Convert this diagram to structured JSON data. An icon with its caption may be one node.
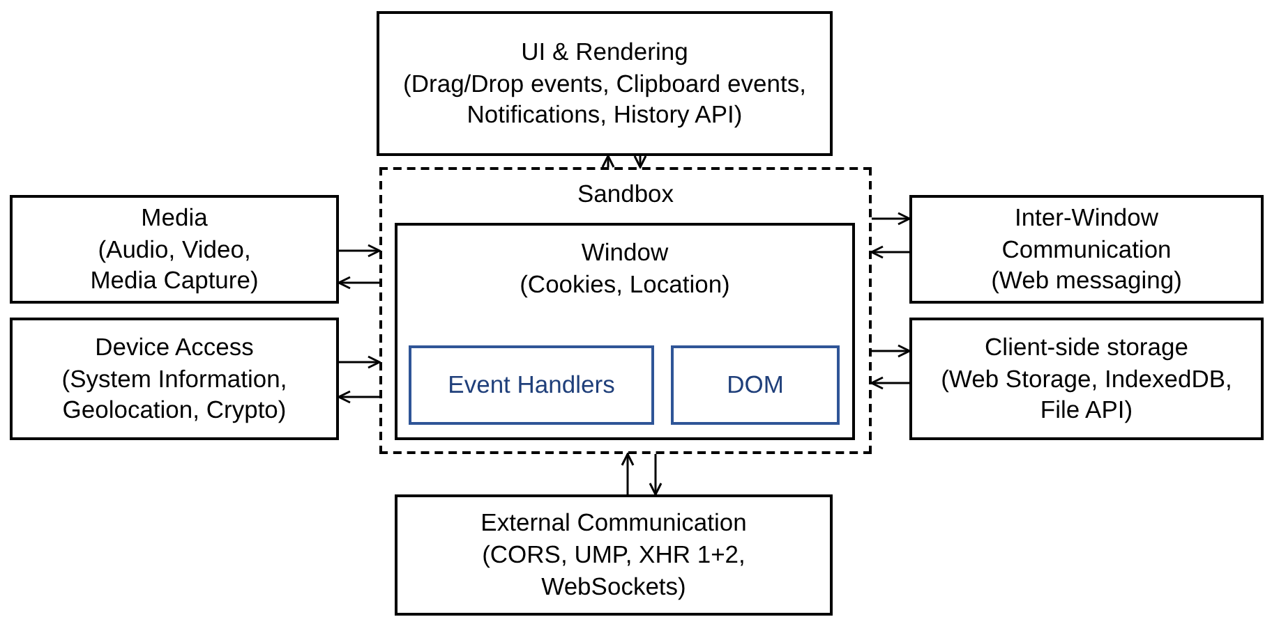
{
  "diagram": {
    "nodes": [
      {
        "text": [
          "UI & Rendering",
          "(Drag/Drop events, Clipboard events, Notifications, History API)"
        ]
      },
      {
        "text": [
          "Sandbox"
        ]
      },
      {
        "text": [
          "Window",
          "(Cookies, Location)"
        ],
        "in": 1
      },
      {
        "text": [
          "Event Handlers"
        ],
        "in": 2
      },
      {
        "text": [
          "DOM"
        ],
        "in": 2
      },
      {
        "text": [
          "Media",
          "(Audio, Video, Media Capture)"
        ]
      },
      {
        "text": [
          "Device Access",
          "(System Information, Geolocation, Crypto)"
        ]
      },
      {
        "text": [
          "Inter-Window Communication",
          "(Web messaging)"
        ]
      },
      {
        "text": [
          "Client-side storage",
          "(Web Storage, IndexedDB, File API)"
        ]
      },
      {
        "text": [
          "External Communication",
          "(CORS, UMP, XHR 1+2, WebSockets)"
        ]
      }
    ],
    "edges": [
      {
        "from": 1,
        "to": 0,
        "arrow": "to"
      },
      {
        "from": 0,
        "to": 1,
        "arrow": "to"
      },
      {
        "from": 5,
        "to": 1,
        "arrow": "to"
      },
      {
        "from": 1,
        "to": 5,
        "arrow": "to"
      },
      {
        "from": 6,
        "to": 1,
        "arrow": "to"
      },
      {
        "from": 1,
        "to": 6,
        "arrow": "to"
      },
      {
        "from": 1,
        "to": 7,
        "arrow": "to"
      },
      {
        "from": 7,
        "to": 1,
        "arrow": "to"
      },
      {
        "from": 1,
        "to": 8,
        "arrow": "to"
      },
      {
        "from": 8,
        "to": 1,
        "arrow": "to"
      },
      {
        "from": 9,
        "to": 1,
        "arrow": "to"
      },
      {
        "from": 1,
        "to": 9,
        "arrow": "to"
      }
    ]
  }
}
